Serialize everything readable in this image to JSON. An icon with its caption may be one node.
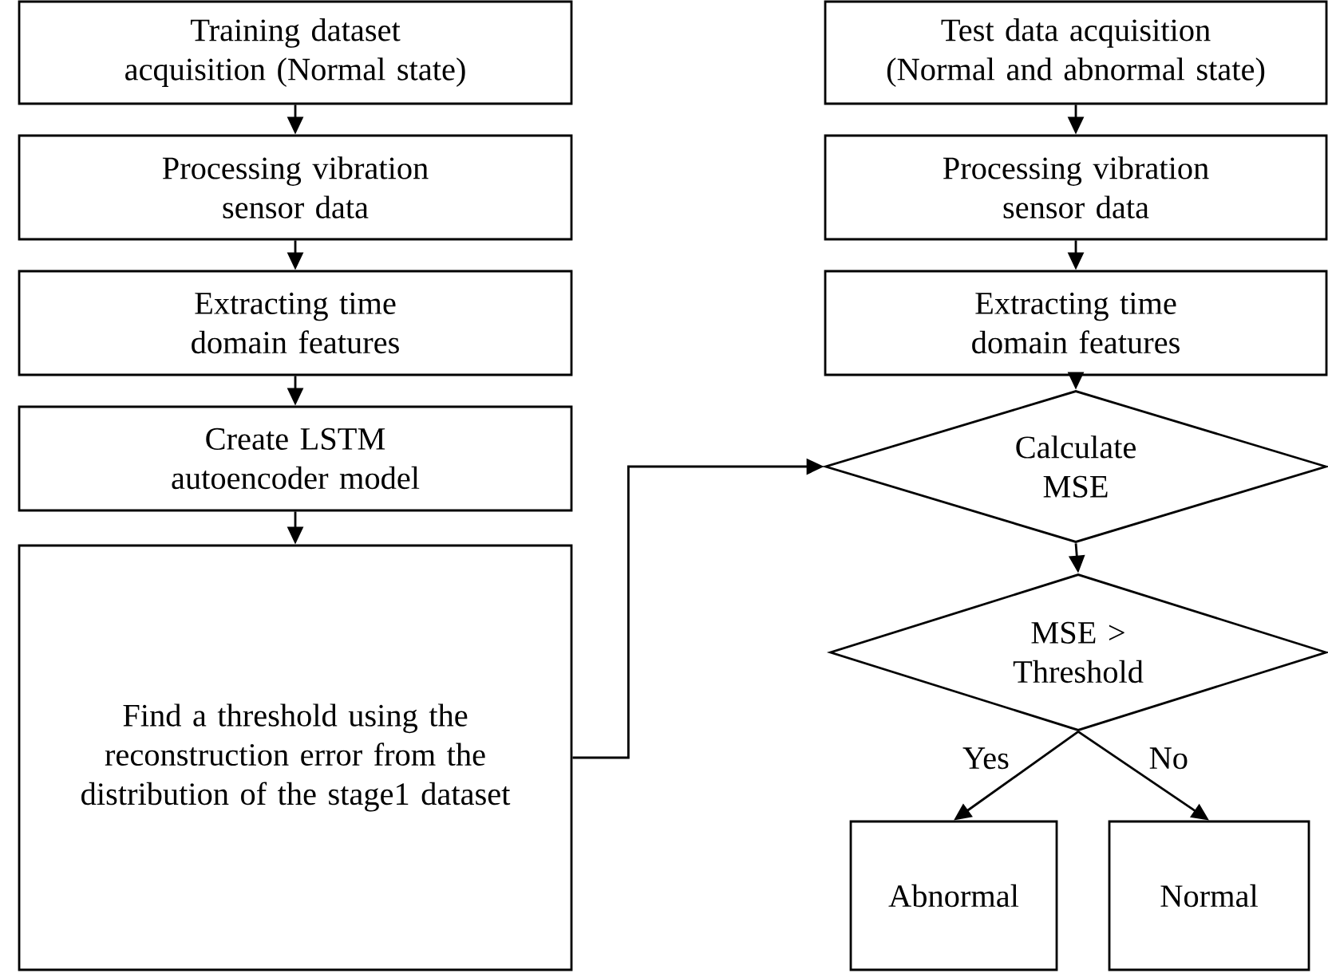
{
  "diagram": {
    "nodes": [
      {
        "text": [
          "Training dataset acquisition (Normal state)"
        ]
      },
      {
        "text": [
          "Processing vibration sensor data"
        ]
      },
      {
        "text": [
          "Extracting time domain features"
        ]
      },
      {
        "text": [
          "Create LSTM autoencoder model"
        ]
      },
      {
        "text": [
          "Find a threshold using the reconstruction error from the distribution of the stage1 dataset"
        ]
      },
      {
        "text": [
          "Test data acquisition (Normal and abnormal state)"
        ]
      },
      {
        "text": [
          "Processing vibration sensor data"
        ]
      },
      {
        "text": [
          "Extracting time domain features"
        ]
      },
      {
        "text": [
          "Calculate MSE"
        ]
      },
      {
        "text": [
          "MSE > Threshold"
        ]
      },
      {
        "text": [
          "Abnormal"
        ]
      },
      {
        "text": [
          "Normal"
        ]
      }
    ],
    "edges": [
      {
        "from": 0,
        "to": 1,
        "arrow": "to"
      },
      {
        "from": 1,
        "to": 2,
        "arrow": "to"
      },
      {
        "from": 2,
        "to": 3,
        "arrow": "to"
      },
      {
        "from": 3,
        "to": 4,
        "arrow": "to"
      },
      {
        "from": 5,
        "to": 6,
        "arrow": "to"
      },
      {
        "from": 6,
        "to": 7,
        "arrow": "to"
      },
      {
        "from": 7,
        "to": 8,
        "arrow": "to"
      },
      {
        "from": 4,
        "to": 8,
        "arrow": "to"
      },
      {
        "from": 8,
        "to": 9,
        "arrow": "to"
      },
      {
        "from": 9,
        "to": 10,
        "arrow": "to",
        "label": "Yes"
      },
      {
        "from": 9,
        "to": 11,
        "arrow": "to",
        "label": "No"
      }
    ]
  }
}
